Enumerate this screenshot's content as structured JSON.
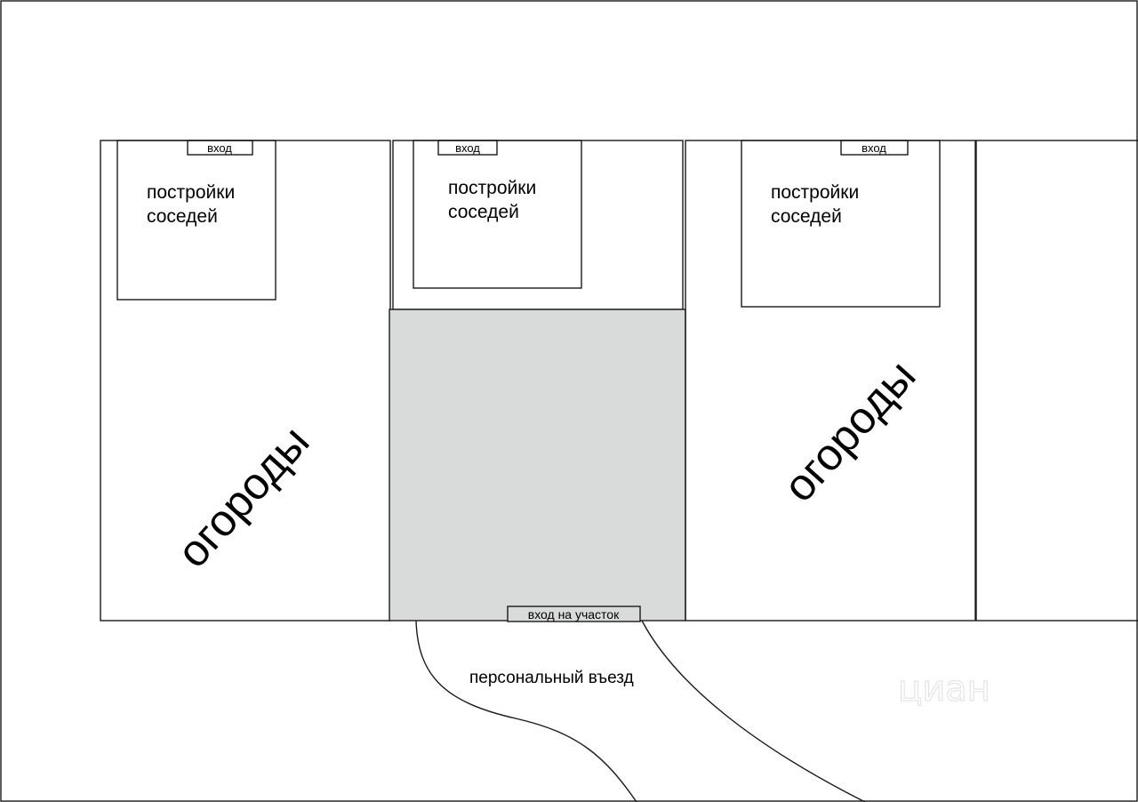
{
  "diagram": {
    "neighbor_buildings_label_line1": "постройки",
    "neighbor_buildings_label_line2": "соседей",
    "entrance_label": "вход",
    "gardens_label": "огороды",
    "plot_entrance_label": "вход на участок",
    "private_driveway_label": "персональный въезд",
    "watermark_text": "циан",
    "colors": {
      "line": "#1a1a1a",
      "background": "#ffffff",
      "plot_fill": "#d9dbdb",
      "watermark": "#e4e4e4"
    }
  }
}
